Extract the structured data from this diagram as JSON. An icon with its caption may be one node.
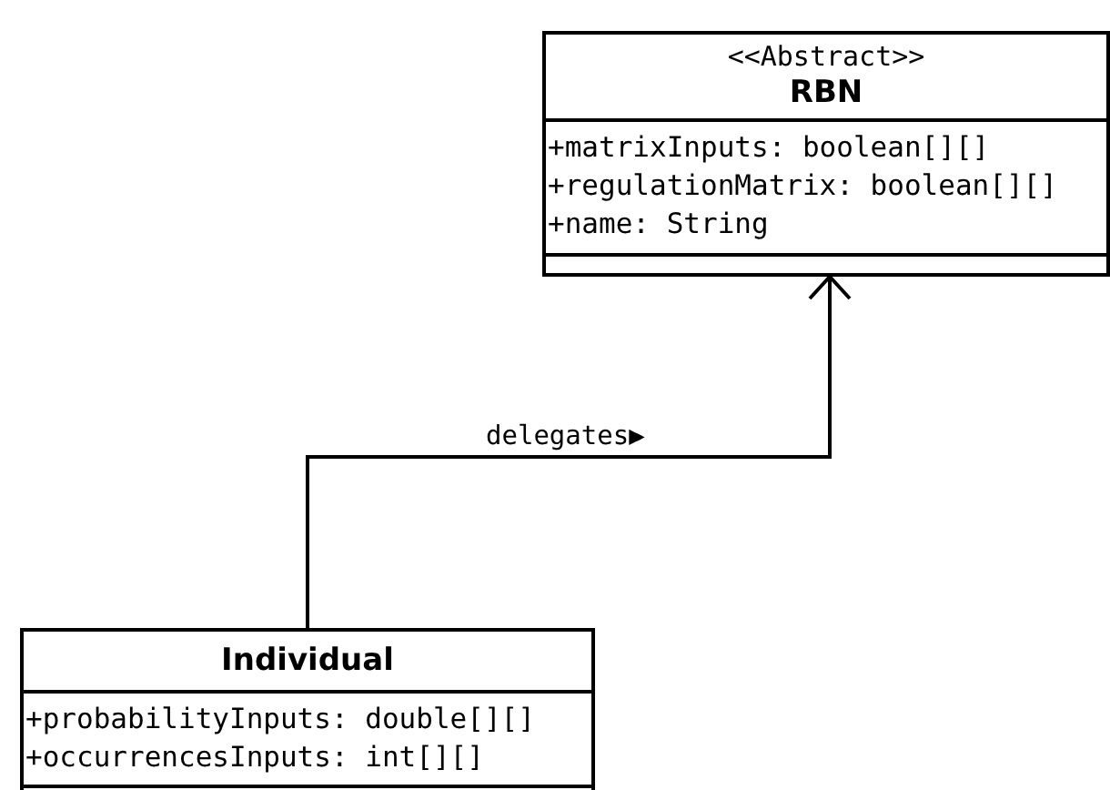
{
  "diagram": {
    "nodes": [
      {
        "text": [
          "<<Abstract>>",
          "RBN"
        ]
      },
      {
        "text": [
          "+matrixInputs: boolean[][]",
          "+regulationMatrix: boolean[][]",
          "+name: String"
        ],
        "in": 0
      },
      {
        "text": [],
        "shape": "box",
        "in": 0
      },
      {
        "text": [
          "Individual"
        ]
      },
      {
        "text": [
          "+probabilityInputs: double[][]",
          "+occurrencesInputs: int[][]"
        ],
        "in": 3
      },
      {
        "text": [],
        "shape": "box",
        "in": 3
      }
    ],
    "edges": [
      {
        "from": 3,
        "to": 0,
        "arrow": "to",
        "label": "delegates▶"
      }
    ]
  }
}
